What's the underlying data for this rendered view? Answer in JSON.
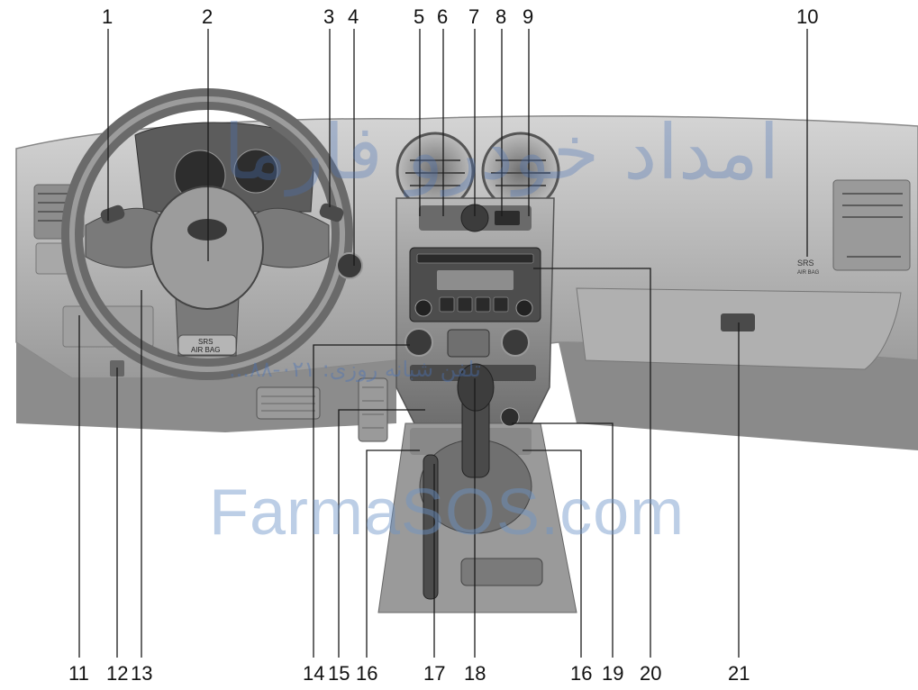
{
  "callouts_top": [
    "1",
    "2",
    "3",
    "4",
    "5",
    "6",
    "7",
    "8",
    "9",
    "10"
  ],
  "callouts_bottom": [
    "11",
    "12",
    "13",
    "14",
    "15",
    "16",
    "17",
    "18",
    "16",
    "19",
    "20",
    "21"
  ],
  "wheel_badge": {
    "line1": "SRS",
    "line2": "AIR BAG"
  },
  "dash_badge": {
    "line1": "SRS",
    "line2": "AIR BAG"
  },
  "watermark": {
    "site": "FarmaSOS.com",
    "arabic_title": "امداد خودرو فارما",
    "phone": "تلفن شبانه روزی: ۰۲۱-۸۸..."
  },
  "colors": {
    "line": "#1a1a1a",
    "dash": "#bdbdbd",
    "dark": "#5a5a5a",
    "watermark": "#4a73b8"
  }
}
